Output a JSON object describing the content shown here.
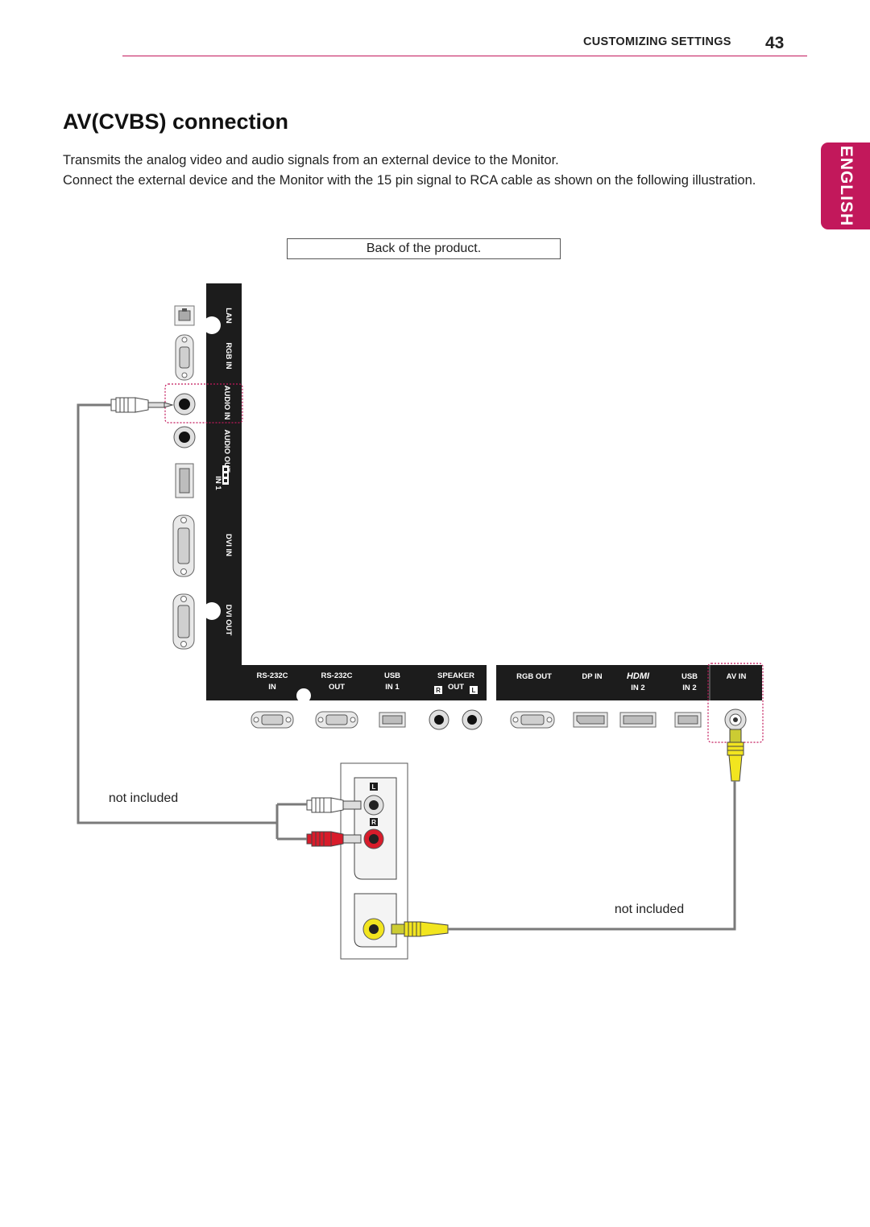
{
  "header": {
    "section_title": "CUSTOMIZING SETTINGS",
    "page_number": "43"
  },
  "language_tab": "ENGLISH",
  "title": "AV(CVBS) connection",
  "body": {
    "paragraph1": "Transmits the analog video and audio signals from an external device to the Monitor.",
    "paragraph2": "Connect the external device and the Monitor with the 15 pin signal to RCA cable as shown on the following illustration."
  },
  "diagram": {
    "caption": "Back of the product.",
    "side_panel_labels": [
      "LAN",
      "RGB IN",
      "AUDIO IN",
      "AUDIO OUT",
      "IN 1",
      "DVI IN",
      "DVI OUT"
    ],
    "bottom_panel_left": [
      {
        "line1": "RS-232C",
        "line2": "IN"
      },
      {
        "line1": "RS-232C",
        "line2": "OUT"
      },
      {
        "line1": "USB",
        "line2": "IN 1"
      },
      {
        "line1": "SPEAKER",
        "line2": "OUT"
      }
    ],
    "speaker_r": "R",
    "speaker_l": "L",
    "bottom_panel_right": [
      {
        "line1": "RGB OUT",
        "line2": ""
      },
      {
        "line1": "DP IN",
        "line2": ""
      },
      {
        "line1": "HDMI",
        "line2": "IN 2"
      },
      {
        "line1": "USB",
        "line2": "IN 2"
      },
      {
        "line1": "AV IN",
        "line2": ""
      }
    ],
    "hdmi_logo": "HDMI",
    "device_audio_l": "L",
    "device_audio_r": "R",
    "cable_note_audio": "not included",
    "cable_note_video": "not included"
  },
  "colors": {
    "accent": "#c2185b",
    "panel": "#1c1c1c",
    "rca_red": "#d81c2b",
    "rca_yellow": "#f2e51f",
    "cable": "#7a7a7a"
  }
}
